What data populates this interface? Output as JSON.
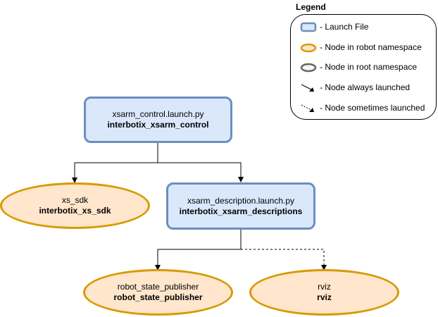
{
  "legend": {
    "title": "Legend",
    "items": [
      {
        "icon": "launch-file-swatch",
        "label": "- Launch File"
      },
      {
        "icon": "robot-namespace-swatch",
        "label": "- Node in robot namespace"
      },
      {
        "icon": "root-namespace-swatch",
        "label": "- Node in root namespace"
      },
      {
        "icon": "solid-arrow",
        "label": "- Node always launched"
      },
      {
        "icon": "dashed-arrow",
        "label": "- Node sometimes launched"
      }
    ]
  },
  "colors": {
    "launch_fill": "#dae8fc",
    "launch_stroke": "#6c8ebf",
    "robot_fill": "#ffe6cc",
    "robot_stroke": "#d79b00",
    "root_fill": "#f5f5f5",
    "root_stroke": "#666666"
  },
  "nodes": {
    "xsarm_control": {
      "file": "xsarm_control.launch.py",
      "package": "interbotix_xsarm_control"
    },
    "xs_sdk": {
      "file": "xs_sdk",
      "package": "interbotix_xs_sdk"
    },
    "xsarm_description": {
      "file": "xsarm_description.launch.py",
      "package": "interbotix_xsarm_descriptions"
    },
    "robot_state_publisher": {
      "file": "robot_state_publisher",
      "package": "robot_state_publisher"
    },
    "rviz": {
      "file": "rviz",
      "package": "rviz"
    }
  }
}
